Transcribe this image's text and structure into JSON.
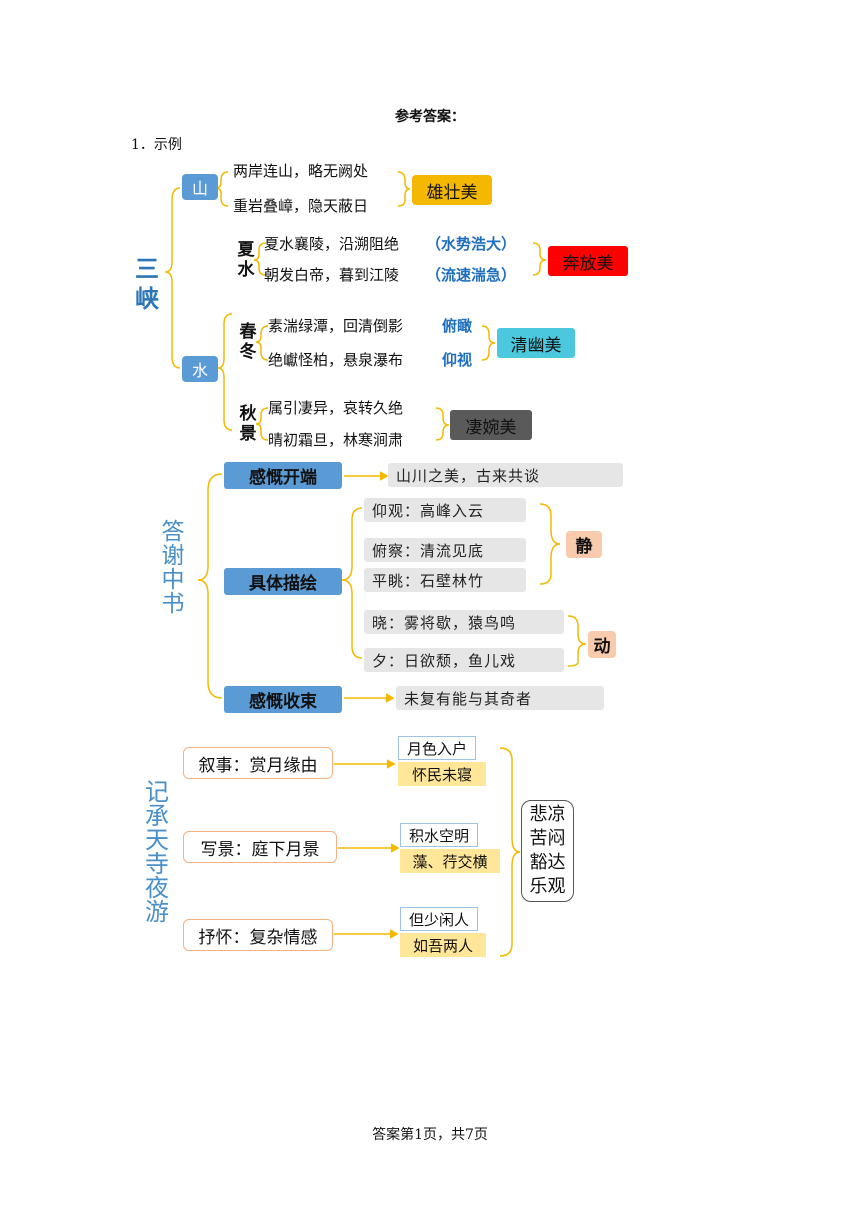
{
  "header": {
    "title": "参考答案：",
    "question": "1．示例"
  },
  "sanxia": {
    "title": "三峡",
    "shan": {
      "label": "山",
      "lines": [
        "两岸连山，略无阙处",
        "重岩叠嶂，隐天蔽日"
      ],
      "beauty": "雄壮美",
      "beauty_color": "#f5b800"
    },
    "shui": {
      "label": "水",
      "summer": {
        "label": "夏水",
        "lines": [
          "夏水襄陵，沿溯阻绝",
          "朝发白帝，暮到江陵"
        ],
        "notes": [
          "（水势浩大）",
          "（流速湍急）"
        ],
        "beauty": "奔放美",
        "beauty_color": "#ff0000"
      },
      "springwinter": {
        "label": "春冬",
        "lines": [
          "素湍绿潭，回清倒影",
          "绝巘怪柏，悬泉瀑布"
        ],
        "notes": [
          "俯瞰",
          "仰视"
        ],
        "beauty": "清幽美",
        "beauty_color": "#4bc8de"
      },
      "autumn": {
        "label": "秋景",
        "lines": [
          "属引凄异，哀转久绝",
          "晴初霜旦，林寒涧肃"
        ],
        "beauty": "凄婉美",
        "beauty_color": "#5a5a5a"
      }
    }
  },
  "daxie": {
    "title": "答谢中书",
    "categories": [
      "感慨开端",
      "具体描绘",
      "感慨收束"
    ],
    "opening_text": "山川之美，古来共谈",
    "static_items": [
      "仰观：高峰入云",
      "俯察：清流见底",
      "平眺：石壁林竹"
    ],
    "static_label": "静",
    "dynamic_items": [
      "晓：雾将歇，猿鸟鸣",
      "夕：日欲颓，鱼儿戏"
    ],
    "dynamic_label": "动",
    "closing_text": "未复有能与其奇者"
  },
  "chengtiansi": {
    "title": "记承天寺夜游",
    "categories": [
      "叙事：赏月缘由",
      "写景：庭下月景",
      "抒怀：复杂情感"
    ],
    "pairs": [
      [
        "月色入户",
        "怀民未寝"
      ],
      [
        "积水空明",
        "藻、荇交横"
      ],
      [
        "但少闲人",
        "如吾两人"
      ]
    ],
    "result": [
      "悲凉",
      "苦闷",
      "豁达",
      "乐观"
    ]
  },
  "footer": {
    "page": "答案第1页，共7页"
  }
}
